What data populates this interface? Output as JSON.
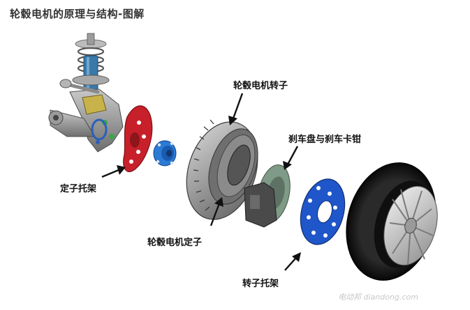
{
  "page": {
    "title": "轮毂电机的原理与结构-图解"
  },
  "labels": {
    "hub_motor_rotor": "轮毂电机转子",
    "brake_disc_caliper": "刹车盘与刹车卡钳",
    "stator_bracket": "定子托架",
    "hub_motor_stator": "轮毂电机定子",
    "rotor_bracket": "转子托架"
  },
  "watermark": "电动邦 diandong.com",
  "colors": {
    "brake_disc_red": "#c8202a",
    "rotor_bracket_blue": "#1f56c9",
    "hub_blue": "#2b7bd6",
    "motor_grey": "#9a9a9a",
    "tire_black": "#151515",
    "spring_blue": "#3a78a8"
  }
}
